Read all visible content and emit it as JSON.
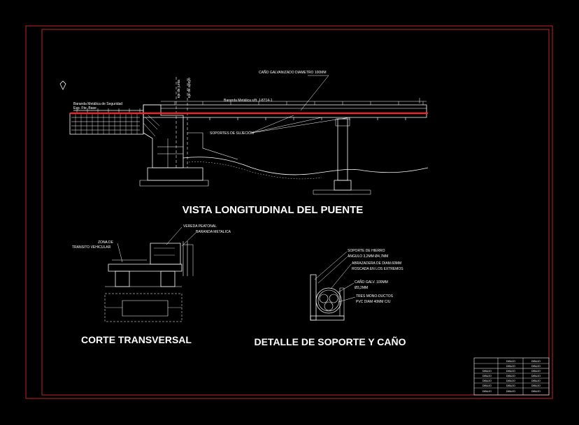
{
  "titles": {
    "longitudinal": "VISTA LONGITUDINAL DEL PUENTE",
    "transversal": "CORTE TRANSVERSAL",
    "detail": "DETALLE DE SOPORTE Y CAÑO"
  },
  "longitudinal_labels": {
    "pipe": "CAÑO GALVANIZADO DIAMETRO 100MM",
    "rail_left_1": "Baranda Metálica de Seguridad",
    "rail_left_2": "Exp. Fte. Base",
    "rail_right": "Baranda Metálica s/ft. J-8714-1",
    "supports": "SOPORTES DE SUJECIÓN",
    "axis_1": "eje de junta",
    "axis_2": "eje de apoyo"
  },
  "transversal_labels": {
    "zone_1": "ZONA DE",
    "zone_2": "TRANSITO VEHICULAR",
    "sidewalk": "VEREDA PEATONAL",
    "railing": "BARANDA METALICA"
  },
  "detail_labels": {
    "support": "SOPORTE DE HIERRO",
    "angle": "ÁNGULO 3,2MM Ø4,7MM",
    "clamp_1": "ABRAZADERA DE DIAM.60MM",
    "clamp_2": "ROSCADA EN LOS EXTREMOS",
    "pipe_1": "CAÑO GALV. 100MM",
    "pipe_2": "Ø3,2MM",
    "ducts_1": "TRES MONO-DUCTOS",
    "ducts_2": "PVC DIAM 40MM C/U"
  },
  "title_block": {
    "rows": [
      [
        "",
        "DIBUJO",
        "DIBUJO"
      ],
      [
        "",
        "DIBUJO",
        "DIBUJO"
      ],
      [
        "DIBUJO",
        "DIBUJO",
        "DIBUJO"
      ],
      [
        "DIBUJO",
        "DIBUJO",
        "DIBUJO"
      ],
      [
        "DIBUJO",
        "DIBUJO",
        "DIBUJO"
      ],
      [
        "DIBUJO",
        "DIBUJO",
        "DIBUJO"
      ],
      [
        "DIBUJO",
        "DIBUJO",
        "DIBUJO"
      ]
    ]
  },
  "colors": {
    "background": "#000000",
    "border": "#c0261f",
    "linework": "#ffffff",
    "pipe": "#ff2020"
  }
}
